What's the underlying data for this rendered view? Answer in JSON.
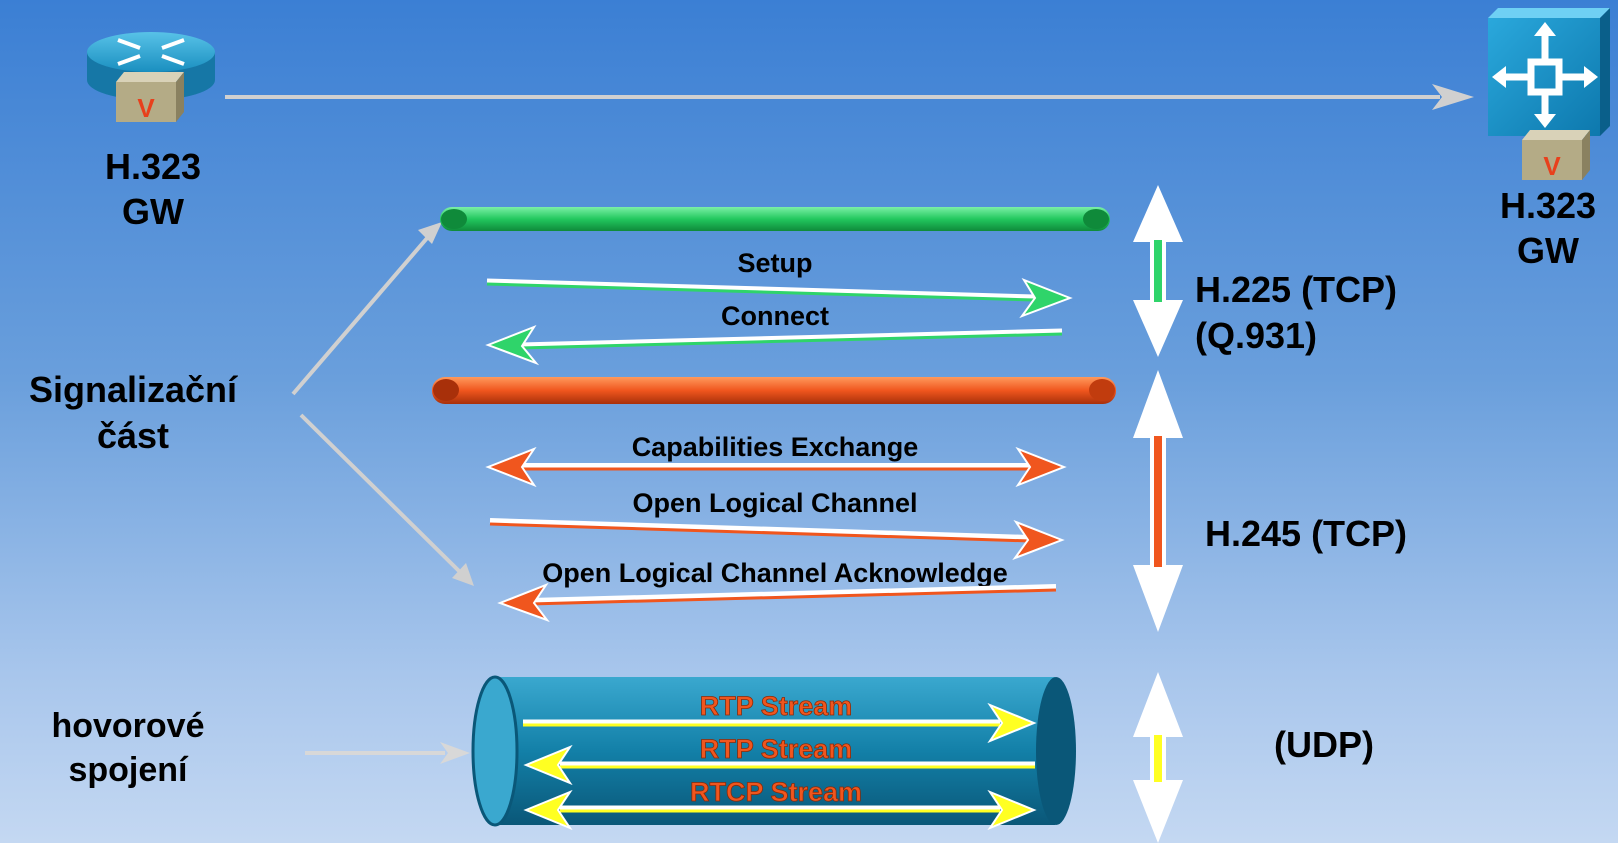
{
  "left_gateway": {
    "line1": "H.323",
    "line2": "GW",
    "badge": "V"
  },
  "right_gateway": {
    "line1": "H.323",
    "line2": "GW",
    "badge": "V"
  },
  "signaling_label": {
    "line1": "Signalizační",
    "line2": "část"
  },
  "call_label": {
    "line1": "hovorové",
    "line2": "spojení"
  },
  "h225": {
    "line1": "H.225 (TCP)",
    "line2": "(Q.931)",
    "messages": [
      "Setup",
      "Connect"
    ],
    "color": "#2fd46a"
  },
  "h245": {
    "line1": "H.245 (TCP)",
    "messages": [
      "Capabilities Exchange",
      "Open Logical Channel",
      "Open Logical Channel Acknowledge"
    ],
    "color": "#f0561e"
  },
  "media": {
    "label": "(UDP)",
    "streams": [
      "RTP Stream",
      "RTP Stream",
      "RTCP Stream"
    ],
    "stream_text_color": "#f0561e",
    "arrow_color": "#ffff22",
    "pipe_color": "#1380a8"
  }
}
